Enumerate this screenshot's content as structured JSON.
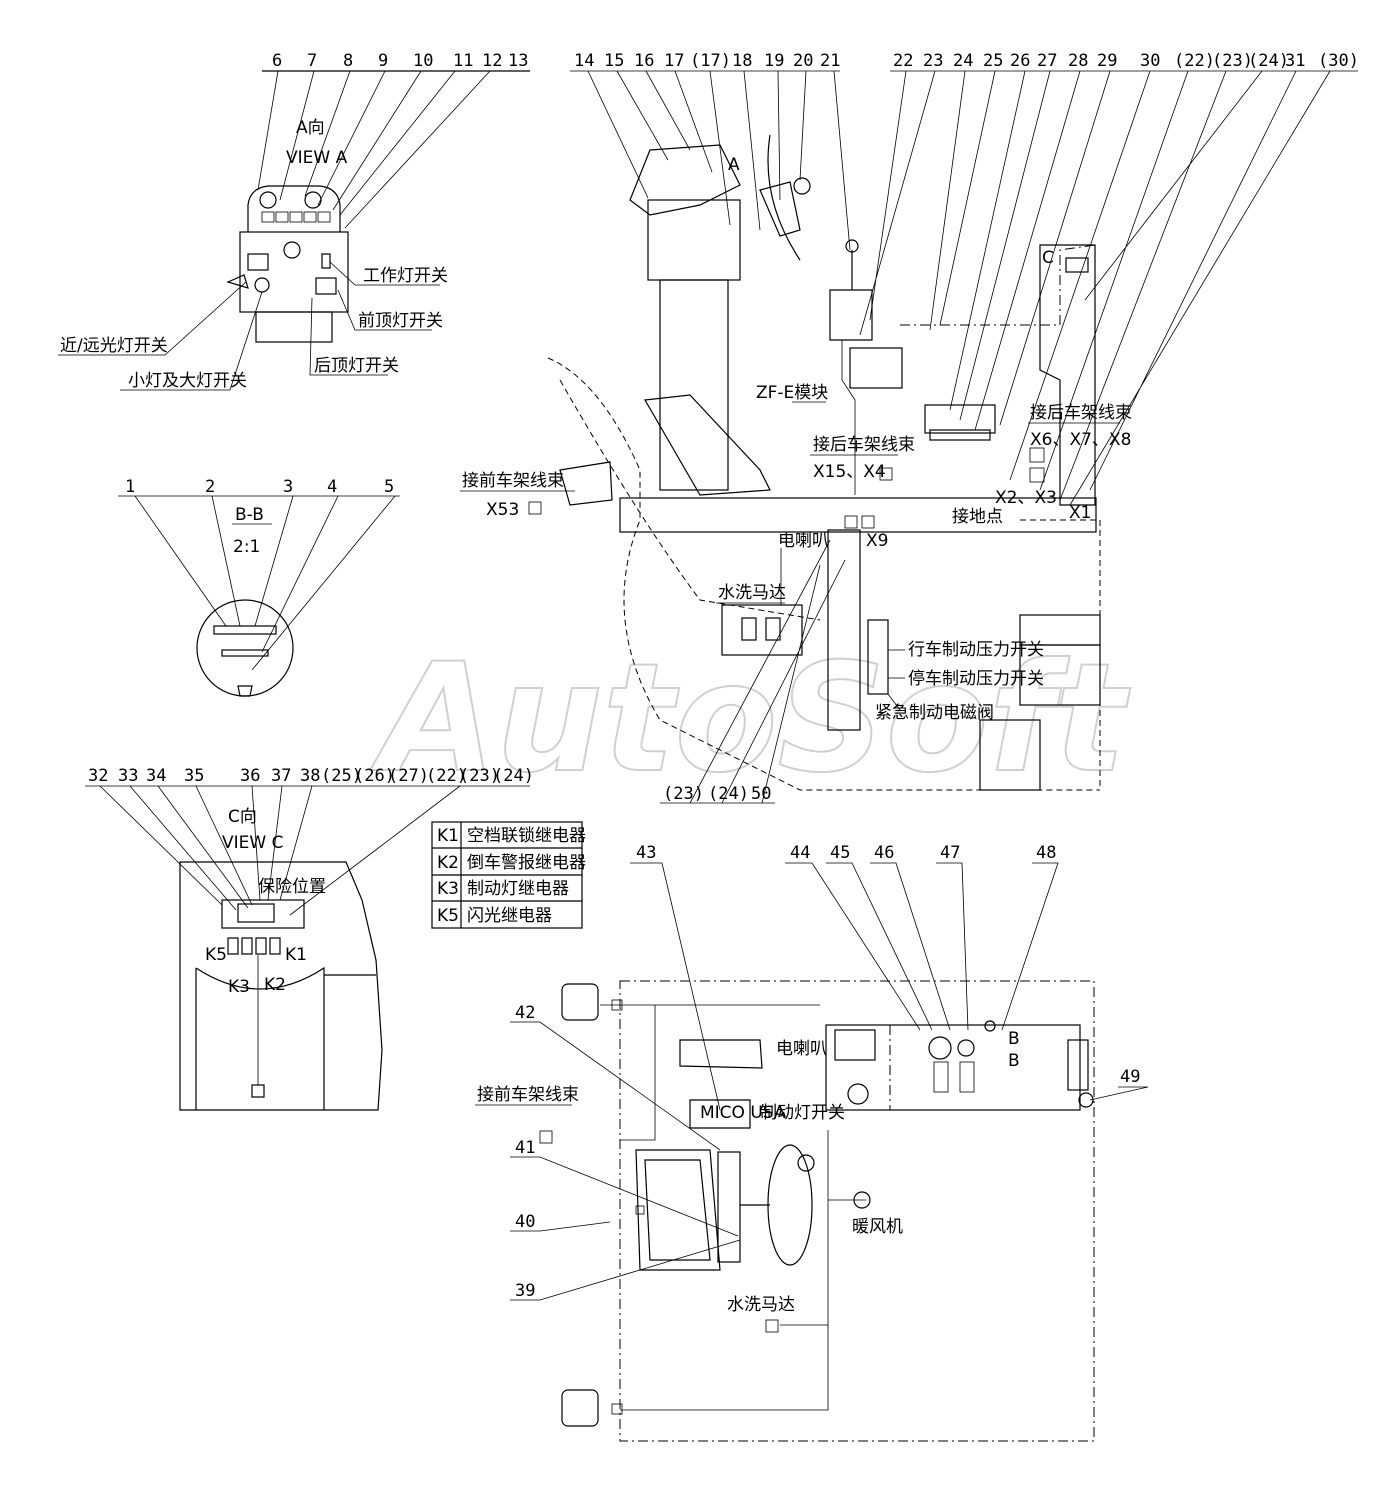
{
  "watermark": "AutoSoft",
  "view_a": {
    "title_cn": "A向",
    "title_en": "VIEW A",
    "part_numbers": [
      "6",
      "7",
      "8",
      "9",
      "10",
      "11",
      "12",
      "13"
    ],
    "labels": {
      "work_light": "工作灯开关",
      "front_top_light": "前顶灯开关",
      "rear_top_light": "后顶灯开关",
      "high_low_beam": "近/远光灯开关",
      "small_big_light": "小灯及大灯开关"
    }
  },
  "section_bb": {
    "title": "B-B",
    "scale": "2:1",
    "part_numbers": [
      "1",
      "2",
      "3",
      "4",
      "5"
    ]
  },
  "view_c": {
    "title_cn": "C向",
    "title_en": "VIEW C",
    "part_numbers": [
      "32",
      "33",
      "34",
      "35",
      "36",
      "37",
      "38",
      "(25)",
      "(26)",
      "(27)",
      "(22)",
      "(23)",
      "(24)"
    ],
    "fuse_label": "保险位置",
    "relays": [
      "K5",
      "K1",
      "K3",
      "K2"
    ]
  },
  "relay_table": [
    {
      "code": "K1",
      "desc": "空档联锁继电器"
    },
    {
      "code": "K2",
      "desc": "倒车警报继电器"
    },
    {
      "code": "K3",
      "desc": "制动灯继电器"
    },
    {
      "code": "K5",
      "desc": "闪光继电器"
    }
  ],
  "side_view": {
    "part_numbers": [
      "14",
      "15",
      "16",
      "17",
      "(17)",
      "18",
      "19",
      "20",
      "21",
      "22",
      "23",
      "24",
      "25",
      "26",
      "27",
      "28",
      "29",
      "30",
      "(22)",
      "(23)",
      "(24)",
      "31",
      "(30)"
    ],
    "bottom_numbers": [
      "(23)",
      "(24)",
      "50"
    ],
    "view_c_marker": "C",
    "view_a_marker": "A",
    "labels": {
      "zf_module": "ZF-E模块",
      "rear_frame_harness_1": "接后车架线束",
      "rear_frame_harness_1_codes": "X15、X4",
      "rear_frame_harness_2": "接后车架线束",
      "rear_frame_harness_2_codes": "X6、X7、X8",
      "front_frame_harness": "接前车架线束",
      "front_frame_code": "X53",
      "ground_point": "接地点",
      "x2_x3": "X2、X3",
      "x1": "X1",
      "horn": "电喇叭",
      "x9": "X9",
      "washer_motor": "水洗马达",
      "service_brake_switch": "行车制动压力开关",
      "parking_brake_switch": "停车制动压力开关",
      "emergency_valve": "紧急制动电磁阀"
    }
  },
  "top_view": {
    "part_numbers": [
      "43",
      "44",
      "45",
      "46",
      "47",
      "48",
      "42",
      "41",
      "40",
      "39",
      "49"
    ],
    "labels": {
      "horn": "电喇叭",
      "front_frame_harness": "接前车架线束",
      "brake_light_switch": "制动灯开关",
      "heater": "暖风机",
      "washer_motor": "水洗马达",
      "mico": "MICO USA",
      "b1": "B",
      "b2": "B"
    }
  }
}
